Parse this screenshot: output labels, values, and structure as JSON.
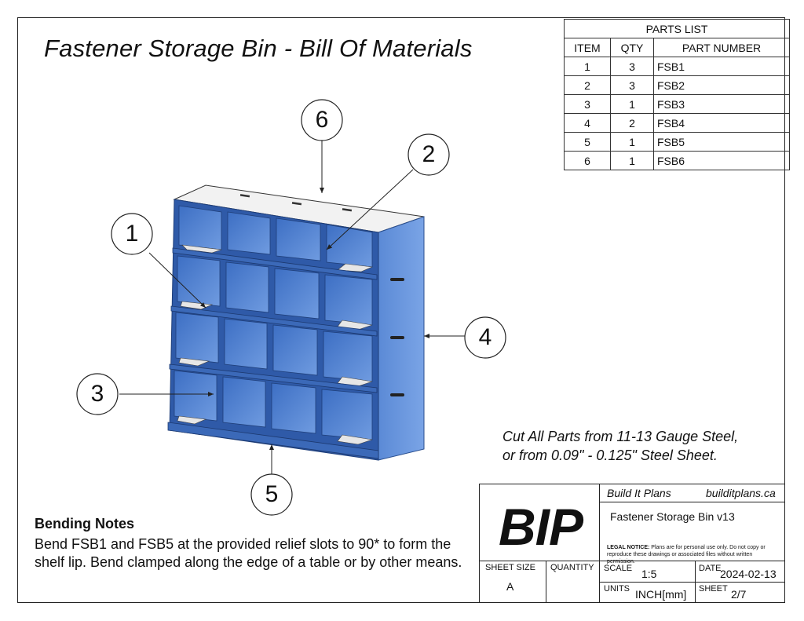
{
  "title": "Fastener Storage Bin - Bill Of Materials",
  "parts_list": {
    "caption": "PARTS LIST",
    "headers": [
      "ITEM",
      "QTY",
      "PART NUMBER"
    ],
    "rows": [
      {
        "item": "1",
        "qty": "3",
        "part": "FSB1"
      },
      {
        "item": "2",
        "qty": "3",
        "part": "FSB2"
      },
      {
        "item": "3",
        "qty": "1",
        "part": "FSB3"
      },
      {
        "item": "4",
        "qty": "2",
        "part": "FSB4"
      },
      {
        "item": "5",
        "qty": "1",
        "part": "FSB5"
      },
      {
        "item": "6",
        "qty": "1",
        "part": "FSB6"
      }
    ]
  },
  "callouts": [
    "1",
    "2",
    "3",
    "4",
    "5",
    "6"
  ],
  "cut_note": {
    "line1": "Cut All Parts from 11-13 Gauge Steel,",
    "line2": "or from 0.09\" - 0.125\" Steel Sheet."
  },
  "bending_notes": {
    "title": "Bending Notes",
    "text": "Bend FSB1 and FSB5 at the provided relief slots to 90* to form the shelf lip. Bend clamped along the edge of a table or by other means."
  },
  "title_block": {
    "logo": "BIP",
    "company": "Build It Plans",
    "website": "builditplans.ca",
    "drawing_name": "Fastener Storage Bin v13",
    "legal_label": "LEGAL NOTICE:",
    "legal_text": "Plans are for personal use only. Do not copy or reproduce these drawings or associated files without written permission.",
    "sheet_size_label": "SHEET SIZE",
    "sheet_size": "A",
    "quantity_label": "QUANTITY",
    "scale_label": "SCALE",
    "scale": "1:5",
    "date_label": "DATE",
    "date": "2024-02-13",
    "units_label": "UNITS",
    "units": "INCH[mm]",
    "sheet_label": "SHEET",
    "sheet": "2/7"
  },
  "colors": {
    "steel_blue": "#4f7fcf",
    "steel_blue_dark": "#2f5aa8",
    "steel_top": "#f2f2f2",
    "line": "#222222"
  }
}
